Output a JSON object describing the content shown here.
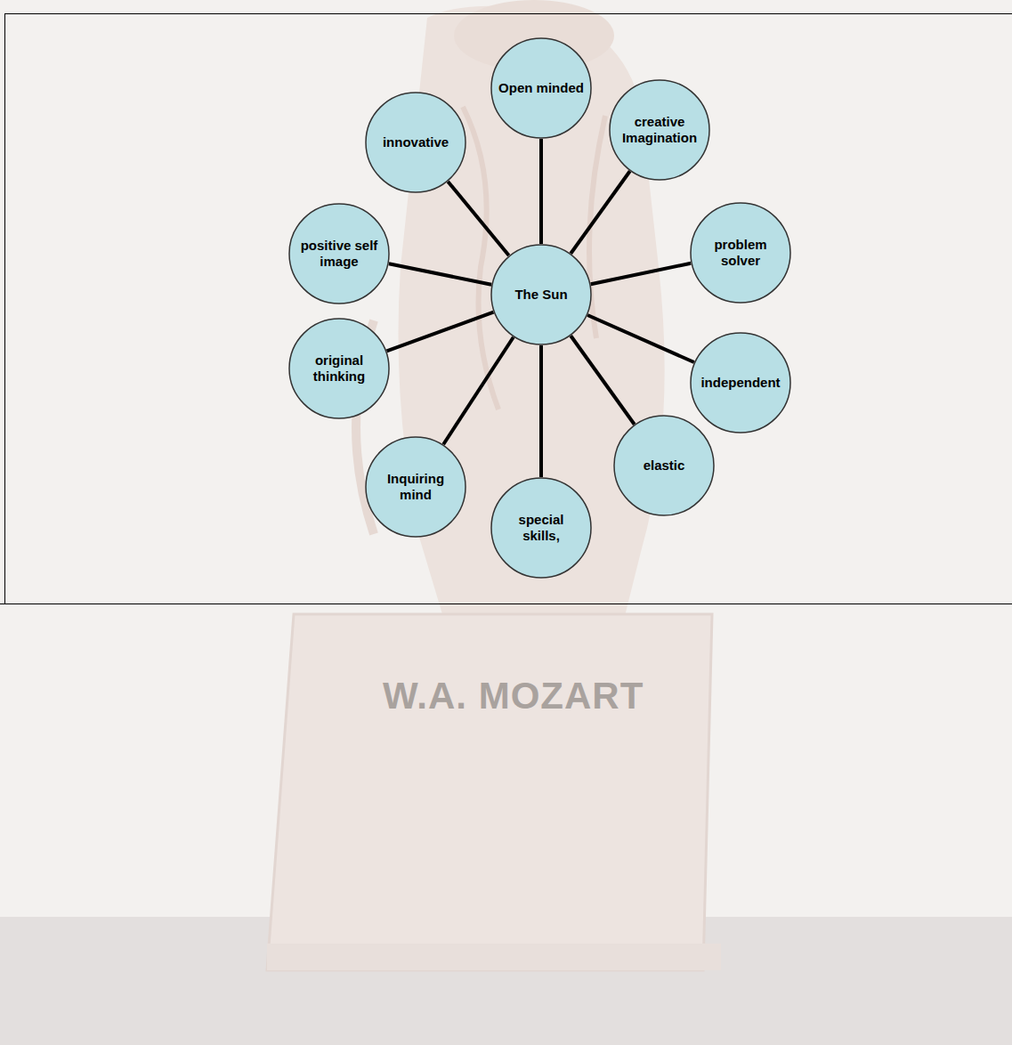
{
  "diagram": {
    "nodes": [
      {
        "text": [
          "The Sun"
        ]
      },
      {
        "text": [
          "Open minded"
        ]
      },
      {
        "text": [
          "creative Imagination"
        ]
      },
      {
        "text": [
          "problem solver"
        ]
      },
      {
        "text": [
          "independent"
        ]
      },
      {
        "text": [
          "elastic"
        ]
      },
      {
        "text": [
          "special skills,"
        ]
      },
      {
        "text": [
          "Inquiring mind"
        ]
      },
      {
        "text": [
          "original thinking"
        ]
      },
      {
        "text": [
          "positive self image"
        ]
      },
      {
        "text": [
          "innovative"
        ]
      }
    ],
    "edges": [
      {
        "from": 0,
        "to": 1,
        "arrow": "none"
      },
      {
        "from": 0,
        "to": 2,
        "arrow": "none"
      },
      {
        "from": 0,
        "to": 3,
        "arrow": "none"
      },
      {
        "from": 0,
        "to": 4,
        "arrow": "none"
      },
      {
        "from": 0,
        "to": 5,
        "arrow": "none"
      },
      {
        "from": 0,
        "to": 6,
        "arrow": "none"
      },
      {
        "from": 0,
        "to": 7,
        "arrow": "none"
      },
      {
        "from": 0,
        "to": 8,
        "arrow": "none"
      },
      {
        "from": 0,
        "to": 9,
        "arrow": "none"
      },
      {
        "from": 0,
        "to": 10,
        "arrow": "none"
      }
    ],
    "labels": [
      "W.A. MOZART"
    ]
  }
}
